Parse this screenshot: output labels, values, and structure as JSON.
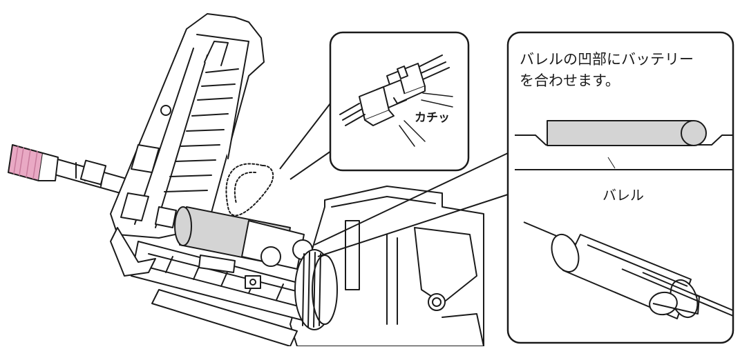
{
  "callouts": {
    "connector": {
      "sound_label": "カチッ"
    },
    "battery": {
      "instruction_line1": "バレルの凹部にバッテリー",
      "instruction_line2": "を合わせます。",
      "barrel_label": "バレル"
    }
  },
  "colors": {
    "outline": "#1a1a1a",
    "muzzle_pink": "#e9a9c4",
    "battery_gray": "#d4d4d4",
    "paper": "#ffffff"
  },
  "icons": [
    "rifle-illustration",
    "connector-illustration",
    "battery-illustration",
    "barrel-cross-section"
  ]
}
